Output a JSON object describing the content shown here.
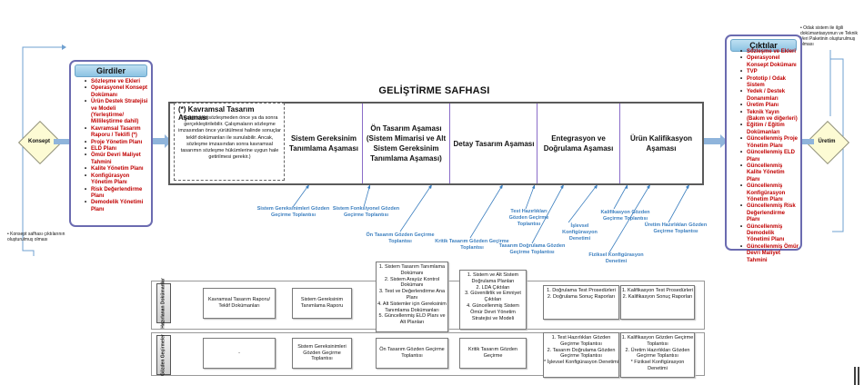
{
  "title": "GELİŞTİRME SAFHASI",
  "inputs": {
    "header": "Girdiler",
    "items": [
      "Sözleşme ve Ekleri",
      "Operasyonel Konsept Dokümanı",
      "Ürün Destek Stratejisi ve Modeli (Yerleştirme/ Millileştirme dahil)",
      "Kavramsal Tasarım Raporu / Teklifi (*)",
      "Proje Yönetim Planı",
      "ELD Planı",
      "Ömür Devri Maliyet Tahmini",
      "Kalite Yönetim Planı",
      "Konfigürasyon Yönetim Planı",
      "Risk Değerlendirme Planı",
      "Demodelik Yönetimi Planı"
    ]
  },
  "outputs": {
    "header": "Çıktılar",
    "items": [
      "Sözleşme ve Ekleri",
      "Operasyonel Konsept Dokümanı",
      "TVP",
      "Prototip / Odak Sistem",
      "Yedek / Destek Donanımları",
      "Üretim Planı",
      "Teknik Yayın (Bakım ve diğerleri)",
      "Eğitim / Eğitim Dokümanları",
      "Güncellenmiş Proje Yönetim Planı",
      "Güncellenmiş ELD Planı",
      "Güncellenmiş Kalite Yönetim Planı",
      "Güncellenmiş Konfigürasyon Yönetim Planı",
      "Güncellenmiş Risk Değerlendirme Planı",
      "Güncellenmiş Demodelik Yönetimi Planı",
      "Güncellenmiş Ömür Devri Maliyet Tahmini"
    ]
  },
  "decisions": {
    "left": "Konsept",
    "right": "Üretim"
  },
  "notes": {
    "left": "Konsept safhası çıktılarının oluşturulmuş olması",
    "right": "Odak sistem ile ilgili dokümantasyonun ve Teknik Veri Paketinin oluşturulmuş olması"
  },
  "concept_box": {
    "title": "(*) Kavramsal Tasarım Aşaması",
    "body": "(Çalışmalar sözleşmeden önce ya da sonra gerçekleştirilebilir. Çalışmaların sözleşme imzasından önce yürütülmesi halinde sonuçlar teklif dokümanları ile sunulabilir. Ancak, sözleşme imzasından sonra kavramsal tasarımın sözleşme hükümlerine uygun hale getirilmesi gerekir.)"
  },
  "stages": [
    "Sistem Gereksinim Tanımlama Aşaması",
    "Ön Tasarım Aşaması (Sistem Mimarisi ve Alt Sistem Gereksinim Tanımlama Aşaması)",
    "Detay Tasarım Aşaması",
    "Entegrasyon ve Doğrulama Aşaması",
    "Ürün Kalifikasyon Aşaması"
  ],
  "reviews": {
    "sgg": "Sistem Gereksinimleri Gözden Geçirme Toplantısı",
    "sfg": "Sistem Fonksiyonel Gözden Geçirme Toplantısı",
    "ontasarim": "Ön Tasarım Gözden Geçirme Toplantısı",
    "kritik": "Kritik Tasarım Gözden Geçirme Toplantısı",
    "testhaz": "Test Hazırlıkları Gözden Geçirme Toplantısı",
    "tasdog": "Tasarım Doğrulama Gözden Geçirme Toplantısı",
    "islevsel": "İşlevsel Konfigürasyon Denetimi",
    "kalifikasyon": "Kalifikasyon Gözden Geçirme Toplantısı",
    "fiziksel": "Fiziksel Konfigürasyon Denetimi",
    "uretimhaz": "Üretim Hazırlıkları Gözden Geçirme Toplantısı"
  },
  "table": {
    "row_labels": [
      "Hazırlanan Dokümanlar",
      "Gözden Geçirmeler"
    ],
    "docs": [
      "Kavramsal Tasarım Raporu/ Teklif Dokümanları",
      "Sistem Gereksinim Tanımlama Raporu",
      [
        "1. Sistem Tasarım Tanımlama Dokümanı",
        "2. Sistem Arayüz Kontrol Dokümanı",
        "3. Test ve Değerlendirme Ana Planı",
        "4. Alt Sistemler için Gereksinim Tanımlama Dokümanları",
        "5. Güncellenmiş ELD Planı ve Alt Planları"
      ],
      [
        "1. Sistem ve Alt Sistem Doğrulama Planları",
        "2. LDA Çıktıları",
        "3. Güvenilirlik ve Emniyet Çıktıları",
        "4. Güncellenmiş Sistem Ömür Devri Yönetim Stratejisi ve Modeli"
      ],
      [
        "1. Doğrulama Test Prosedürleri",
        "2. Doğrulama Sonuç Raporları"
      ],
      [
        "1. Kalifikasyon Test Prosedürleri",
        "2. Kalifikasyon Sonuç Raporları"
      ]
    ],
    "reviews": [
      "-",
      "Sistem Gereksinimleri Gözden Geçirme Toplantısı",
      "Ön Tasarım Gözden Geçirme Toplantısı",
      "Kritik Tasarım Gözden Geçirme",
      [
        "1. Test Hazırlıkları Gözden Geçirme Toplantısı",
        "2. Tasarım Doğrulama Gözden Geçirme Toplantısı",
        "* İşlevsel Konfigürasyon Denetimi"
      ],
      [
        "1. Kalifikasyon Gözden Geçirme Toplantısı",
        "2. Üretim Hazırlıkları Gözden Geçirme Toplantısı",
        "* Fiziksel Konfigürasyon Denetimi"
      ]
    ]
  }
}
